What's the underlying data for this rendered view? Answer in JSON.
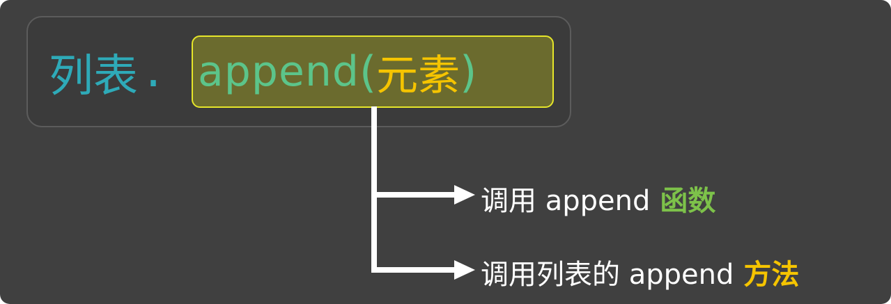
{
  "code": {
    "list_token": "列表",
    "dot": ".",
    "method_token": "append",
    "paren_open": "(",
    "arg_token": "元素",
    "paren_close": ")"
  },
  "labels": {
    "function_call": {
      "text": "调用 append",
      "keyword": "函数",
      "keyword_color": "#7dc24a"
    },
    "method_call": {
      "text": "调用列表的 append",
      "keyword": "方法",
      "keyword_color": "#f5c400"
    }
  },
  "colors": {
    "background": "#404040",
    "list_token": "#2eaab8",
    "method_token": "#5cc48a",
    "arg_token": "#f5c400",
    "highlight_border": "#e6e62a",
    "connector": "#ffffff"
  }
}
